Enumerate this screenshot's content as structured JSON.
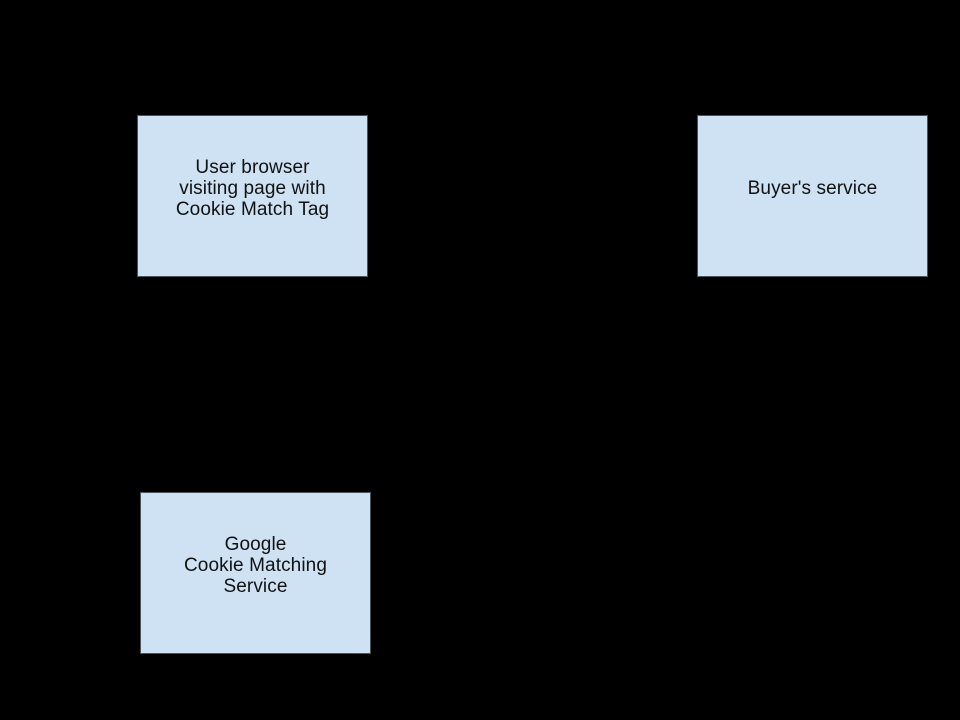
{
  "diagram": {
    "background": "#000000",
    "box_fill": "#cfe2f3",
    "box_border": "#49535c",
    "text_color": "#111111",
    "nodes": [
      {
        "id": "user-browser",
        "lines": [
          "User browser",
          "visiting page with",
          "Cookie Match Tag"
        ]
      },
      {
        "id": "buyers-service",
        "lines": [
          "Buyer's service"
        ]
      },
      {
        "id": "google-cookie-matching",
        "lines": [
          "Google",
          "Cookie Matching",
          "Service"
        ]
      }
    ]
  }
}
